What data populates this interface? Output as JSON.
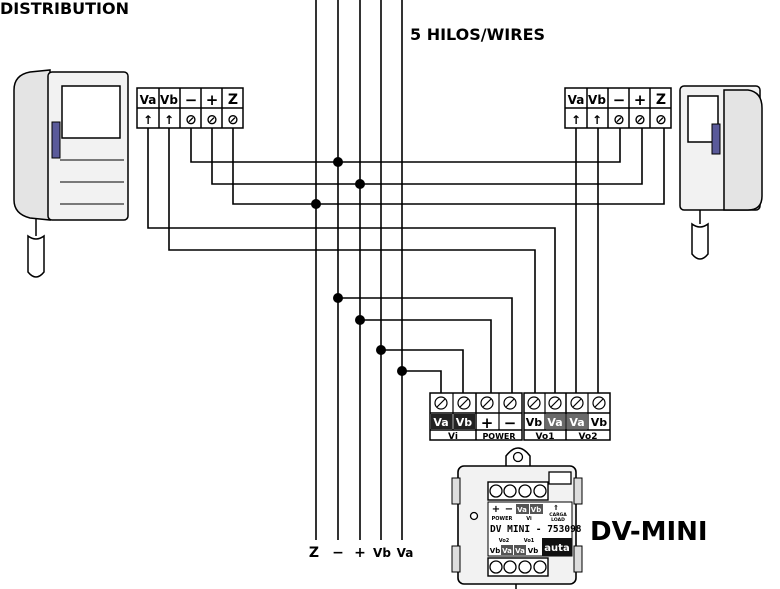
{
  "header": {
    "title": "DISTRIBUTION",
    "wires_label": "5 HILOS/WIRES"
  },
  "bus_labels": [
    "Z",
    "−",
    "+",
    "Vb",
    "Va"
  ],
  "monitor_left": {
    "terminals": [
      "Va",
      "Vb",
      "−",
      "+",
      "Z"
    ],
    "marks": [
      "↑",
      "↑",
      "⊘",
      "⊘",
      "⊘"
    ]
  },
  "monitor_right": {
    "terminals": [
      "Va",
      "Vb",
      "−",
      "+",
      "Z"
    ],
    "marks": [
      "↑",
      "↑",
      "⊘",
      "⊘",
      "⊘"
    ]
  },
  "distributor_block": {
    "top_labels": [
      "Va",
      "Vb",
      "+",
      "−",
      "Vb",
      "Va",
      "Va",
      "Vb"
    ],
    "groups": [
      "Vi",
      "POWER",
      "Vo1",
      "Vo2"
    ]
  },
  "dv_mini": {
    "name": "DV-MINI",
    "model_text": "DV MINI - 753098",
    "brand": "auta",
    "power_small": "POWER",
    "vi_small": "Vi",
    "carga": "CARGA",
    "load": "LOAD",
    "vo2_small": "Vo2",
    "vo1_small": "Vo1",
    "top_row": [
      "+",
      "−",
      "Va",
      "Vb"
    ],
    "bottom_row": [
      "Vb",
      "Va",
      "Va",
      "Vb"
    ]
  },
  "colors": {
    "line": "#000000",
    "device_fill": "#f2f2f2",
    "device_dark": "#6a6a6a",
    "button_accent": "#5a5a9a"
  }
}
